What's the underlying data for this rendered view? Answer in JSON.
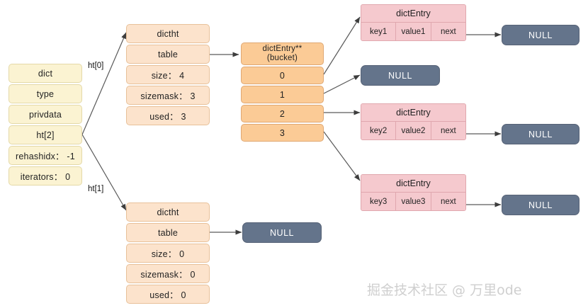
{
  "dict": {
    "fields": [
      {
        "label": "dict"
      },
      {
        "label": "type"
      },
      {
        "label": "privdata"
      },
      {
        "label": "ht[2]"
      },
      {
        "label": "rehashidx： -1"
      },
      {
        "label": "iterators： 0"
      }
    ]
  },
  "edge_labels": {
    "ht0": "ht[0]",
    "ht1": "ht[1]"
  },
  "dictht0": {
    "fields": [
      {
        "label": "dictht"
      },
      {
        "label": "table"
      },
      {
        "label": "size： 4"
      },
      {
        "label": "sizemask： 3"
      },
      {
        "label": "used： 3"
      }
    ]
  },
  "dictht1": {
    "fields": [
      {
        "label": "dictht"
      },
      {
        "label": "table"
      },
      {
        "label": "size： 0"
      },
      {
        "label": "sizemask： 0"
      },
      {
        "label": "used： 0"
      }
    ]
  },
  "bucket": {
    "header_line1": "dictEntry**",
    "header_line2": "(bucket)",
    "slots": [
      {
        "label": "0"
      },
      {
        "label": "1"
      },
      {
        "label": "2"
      },
      {
        "label": "3"
      }
    ]
  },
  "entries": [
    {
      "title": "dictEntry",
      "key": "key1",
      "value": "value1",
      "next": "next"
    },
    {
      "title": "dictEntry",
      "key": "key2",
      "value": "value2",
      "next": "next"
    },
    {
      "title": "dictEntry",
      "key": "key3",
      "value": "value3",
      "next": "next"
    }
  ],
  "nulls": [
    {
      "label": "NULL"
    },
    {
      "label": "NULL"
    },
    {
      "label": "NULL"
    },
    {
      "label": "NULL"
    },
    {
      "label": "NULL"
    }
  ],
  "watermark": {
    "text": "掘金技术社区 @ 万里ode"
  },
  "colors": {
    "dict_fill": "#fbf3d2",
    "dictht_fill": "#fce3cc",
    "bucket_fill": "#fbcb96",
    "entry_fill": "#f5c9ce",
    "null_fill": "#64748b",
    "edge": "#5a5a5a",
    "watermark": "#cfcfcf"
  }
}
